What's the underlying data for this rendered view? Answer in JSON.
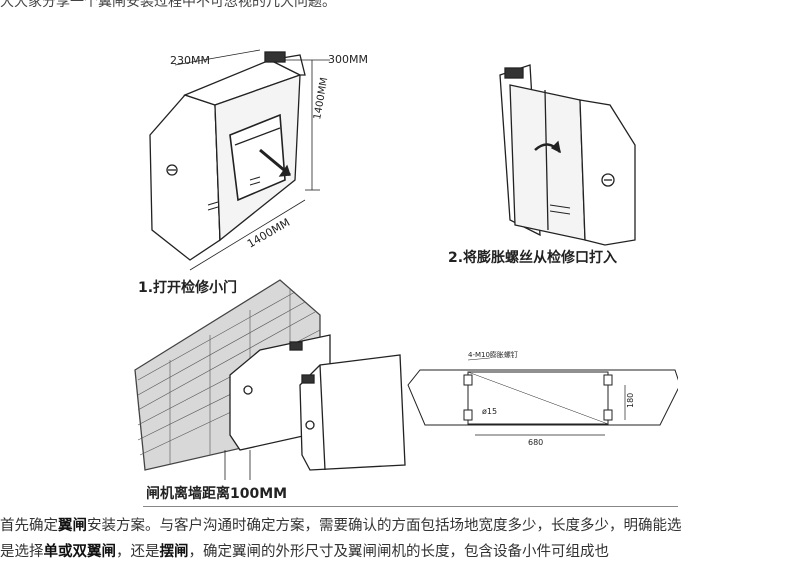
{
  "intro_line": "大大家分享一个翼闸安装过程中不可忽视的几大问题。",
  "figure": {
    "dim_top_left": "230MM",
    "dim_top_right": "300MM",
    "dim_height": "1400MM",
    "dim_length": "1400MM",
    "step1": "1.打开检修小门",
    "step2": "2.将膨胀螺丝从检修口打入",
    "wall_caption": "闸机离墙距离100MM",
    "bolt_label": "4-M10膨胀螺钉",
    "dia_label": "ø15",
    "width_label": "680",
    "depth_label": "180"
  },
  "paragraph": {
    "line1_pre": "首先确定",
    "line1_bold": "翼闸",
    "line1_post": "安装方案。与客户沟通时确定方案，需要确认的方面包括场地宽度多少，长度多少，明确能选",
    "line2_a": "是选择",
    "line2_b": "单或双翼闸",
    "line2_c": "，还是",
    "line2_d": "摆闸",
    "line2_e": "，确定翼闸的外形尺寸及翼闸闸机的长度，包含设备小件可组成也"
  }
}
